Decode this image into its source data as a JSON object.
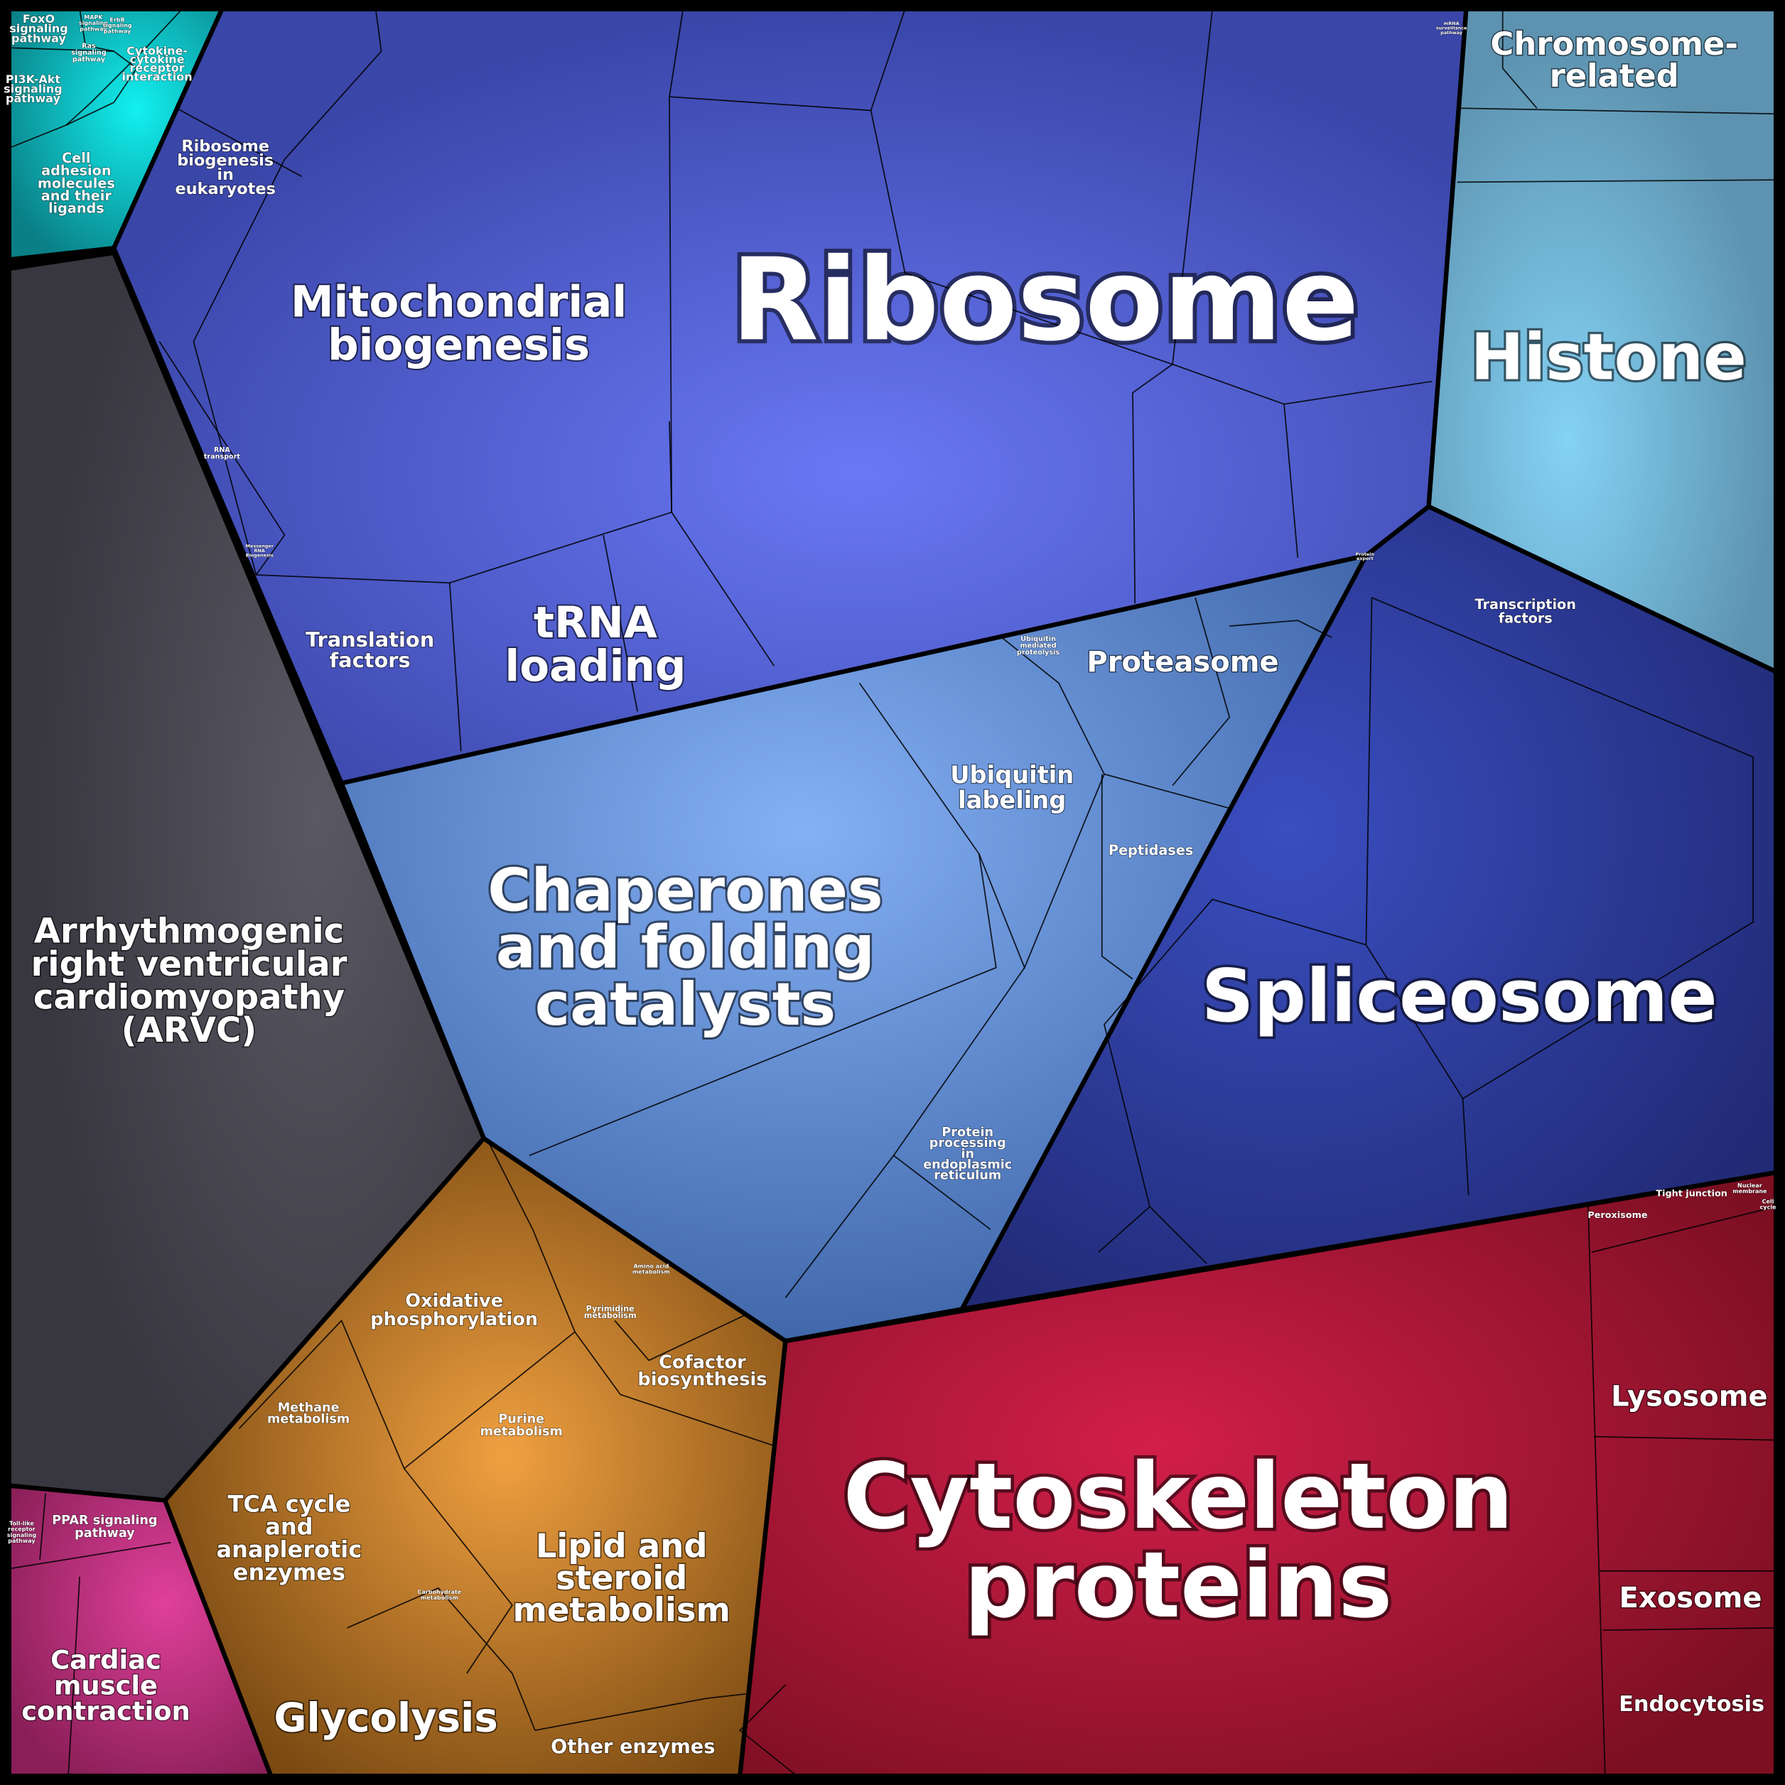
{
  "title": "Proteomap",
  "colors": {
    "teal": "#0fa7a7",
    "gray": "#43424c",
    "magenta": "#b0306f",
    "orange": "#b8741f",
    "blue": "#4c5fd4",
    "lightblue": "#6fa8d8",
    "skyblue": "#6eb3d4",
    "darkblue": "#2b3a99",
    "red": "#a0122f"
  },
  "labels": {
    "ribosome": [
      "Ribosome"
    ],
    "mito": [
      "Mitochondrial",
      "biogenesis"
    ],
    "histone": [
      "Histone"
    ],
    "chromosome": [
      "Chromosome-",
      "related"
    ],
    "spliceosome": [
      "Spliceosome"
    ],
    "chaperones": [
      "Chaperones",
      "and folding",
      "catalysts"
    ],
    "cytoskeleton": [
      "Cytoskeleton",
      "proteins"
    ],
    "arvc": [
      "Arrhythmogenic",
      "right ventricular",
      "cardiomyopathy",
      "(ARVC)"
    ],
    "trna": [
      "tRNA",
      "loading"
    ],
    "translation": [
      "Translation",
      "factors"
    ],
    "ribobiogen": [
      "Ribosome",
      "biogenesis",
      "in",
      "eukaryotes"
    ],
    "proteasome": [
      "Proteasome"
    ],
    "ubiquitin": [
      "Ubiquitin",
      "labeling"
    ],
    "peptidases": [
      "Peptidases"
    ],
    "er": [
      "Protein",
      "processing",
      "in",
      "endoplasmic",
      "reticulum"
    ],
    "transcription": [
      "Transcription",
      "factors"
    ],
    "lysosome": [
      "Lysosome"
    ],
    "exosome": [
      "Exosome"
    ],
    "endocytosis": [
      "Endocytosis"
    ],
    "peroxisome": [
      "Peroxisome"
    ],
    "tight": [
      "Tight junction"
    ],
    "nuclear": [
      "Nuclear",
      "membrane"
    ],
    "cellcycle": [
      "Cell",
      "cycle"
    ],
    "oxphos": [
      "Oxidative",
      "phosphorylation"
    ],
    "cofactor": [
      "Cofactor",
      "biosynthesis"
    ],
    "purine": [
      "Purine",
      "metabolism"
    ],
    "methane": [
      "Methane",
      "metabolism"
    ],
    "pyrimidine": [
      "Pyrimidine",
      "metabolism"
    ],
    "tca": [
      "TCA cycle",
      "and",
      "anaplerotic",
      "enzymes"
    ],
    "lipid": [
      "Lipid and",
      "steroid",
      "metabolism"
    ],
    "glycolysis": [
      "Glycolysis"
    ],
    "other": [
      "Other enzymes"
    ],
    "carbo": [
      "Carbohydrate",
      "metabolism"
    ],
    "amino": [
      "Amino acid",
      "metabolism"
    ],
    "cardiac": [
      "Cardiac",
      "muscle",
      "contraction"
    ],
    "ppar": [
      "PPAR signaling",
      "pathway"
    ],
    "toll": [
      "Toll-like",
      "receptor",
      "signaling",
      "pathway"
    ],
    "foxo": [
      "FoxO",
      "signaling",
      "pathway"
    ],
    "pi3k": [
      "PI3K-Akt",
      "signaling",
      "pathway"
    ],
    "ras": [
      "Ras",
      "signaling",
      "pathway"
    ],
    "mapk": [
      "MAPK",
      "signaling",
      "pathway"
    ],
    "erbb": [
      "ErbB",
      "signaling",
      "pathway"
    ],
    "cytokine": [
      "Cytokine-",
      "cytokine",
      "receptor",
      "interaction"
    ],
    "celladh": [
      "Cell",
      "adhesion",
      "molecules",
      "and their",
      "ligands"
    ],
    "rnatransport": [
      "RNA",
      "transport"
    ],
    "mrnabio": [
      "Messenger",
      "RNA",
      "Biogenesis"
    ],
    "ubimed": [
      "Ubiquitin",
      "mediated",
      "proteolysis"
    ],
    "protexport": [
      "Protein",
      "export"
    ],
    "mrnasurv": [
      "mRNA",
      "surveillance",
      "pathway"
    ]
  }
}
